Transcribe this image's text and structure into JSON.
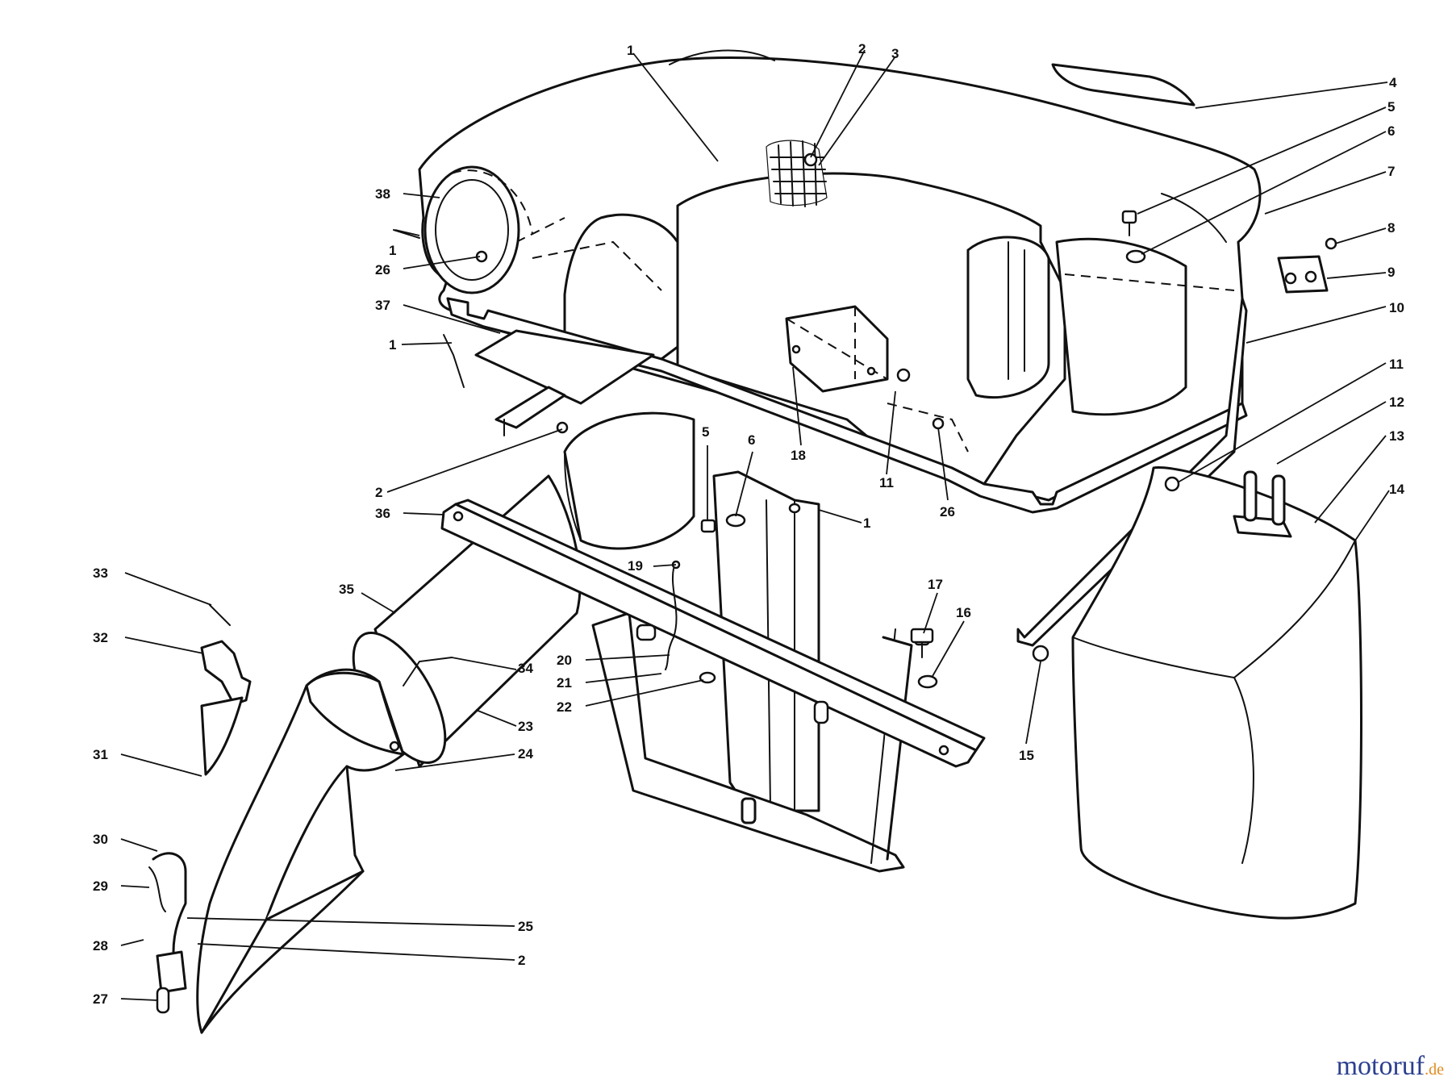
{
  "diagram": {
    "callouts": {
      "c1a": "1",
      "c2a": "2",
      "c3": "3",
      "c4": "4",
      "c5a": "5",
      "c6a": "6",
      "c7": "7",
      "c8": "8",
      "c9": "9",
      "c10": "10",
      "c11a": "11",
      "c12": "12",
      "c13": "13",
      "c14": "14",
      "c38": "38",
      "c1b": "1",
      "c26a": "26",
      "c37": "37",
      "c1c": "1",
      "c18": "18",
      "c11b": "11",
      "c26b": "26",
      "c2b": "2",
      "c5b": "5",
      "c6b": "6",
      "c1d": "1",
      "c36": "36",
      "c33": "33",
      "c35": "35",
      "c19": "19",
      "c17": "17",
      "c16": "16",
      "c32": "32",
      "c20": "20",
      "c21": "21",
      "c22": "22",
      "c34": "34",
      "c23": "23",
      "c24": "24",
      "c15": "15",
      "c31": "31",
      "c30": "30",
      "c29": "29",
      "c25": "25",
      "c28": "28",
      "c2c": "2",
      "c27": "27"
    }
  },
  "watermark": {
    "brand": "motoruf",
    "tld": ".de"
  },
  "colors": {
    "ink": "#111111",
    "brand_blue": "#2b3f8f",
    "brand_orange": "#e08a1e"
  }
}
